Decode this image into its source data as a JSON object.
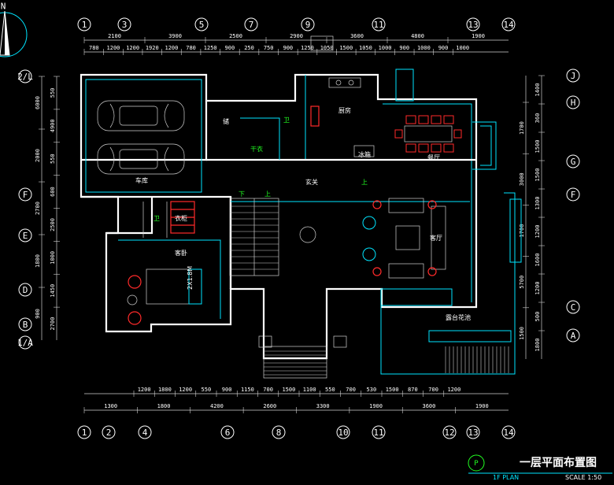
{
  "north": {
    "label": "N"
  },
  "grid_top": [
    "1",
    "3",
    "5",
    "7",
    "9",
    "11",
    "13",
    "14"
  ],
  "grid_bottom": [
    "1",
    "2",
    "4",
    "6",
    "8",
    "10",
    "11",
    "12",
    "13",
    "14"
  ],
  "grid_left": [
    "2/L",
    "F",
    "E",
    "D",
    "B",
    "1/A"
  ],
  "grid_right": [
    "J",
    "H",
    "G",
    "F",
    "C",
    "A"
  ],
  "dims_top_row1": [
    "2100",
    "3900",
    "2500",
    "2900",
    "3600",
    "4800",
    "1900"
  ],
  "dims_top_row2": [
    "780",
    "1200",
    "1200",
    "1920",
    "1200",
    "780",
    "1250",
    "900",
    "250",
    "750",
    "900",
    "1250",
    "1050",
    "1500",
    "1050",
    "1000",
    "900",
    "1000",
    "900",
    "1000"
  ],
  "dims_bottom_row1": [
    "1200",
    "1800",
    "1200",
    "550",
    "900",
    "1150",
    "700",
    "1500",
    "1100",
    "550",
    "700",
    "530",
    "1500",
    "870",
    "700",
    "1200"
  ],
  "dims_bottom_row2": [
    "1300",
    "1800",
    "4200",
    "2600",
    "3300",
    "1900",
    "3600",
    "1900"
  ],
  "dims_left_outer": [
    "6000",
    "2000",
    "2700",
    "1800",
    "900"
  ],
  "dims_left_inner": [
    "550",
    "4900",
    "550",
    "600",
    "2500",
    "1000",
    "1450",
    "2700"
  ],
  "dims_right_outer": [
    "1700",
    "3000",
    "1700",
    "5700",
    "1500"
  ],
  "dims_right_inner": [
    "1400",
    "360",
    "1500",
    "1500",
    "1300",
    "1200",
    "1600",
    "1200",
    "500",
    "1800"
  ],
  "rooms": {
    "garage": "车库",
    "storage": "储",
    "laundry": "干衣",
    "bath1": "卫",
    "kitchen": "厨房",
    "pantry": "冰箱",
    "dining": "餐厅",
    "foyer": "玄关",
    "living": "客厅",
    "bath2": "卫",
    "closet": "衣柜",
    "guest": "客卧",
    "bed_size": "2X1.8M",
    "terrace": "露台花池"
  },
  "labels": {
    "down": "下",
    "up1": "上",
    "up2": "上"
  },
  "title": {
    "main": "一层平面布置图",
    "sub1": "1F PLAN",
    "sub2": "SCALE 1:50",
    "badge": "P"
  }
}
